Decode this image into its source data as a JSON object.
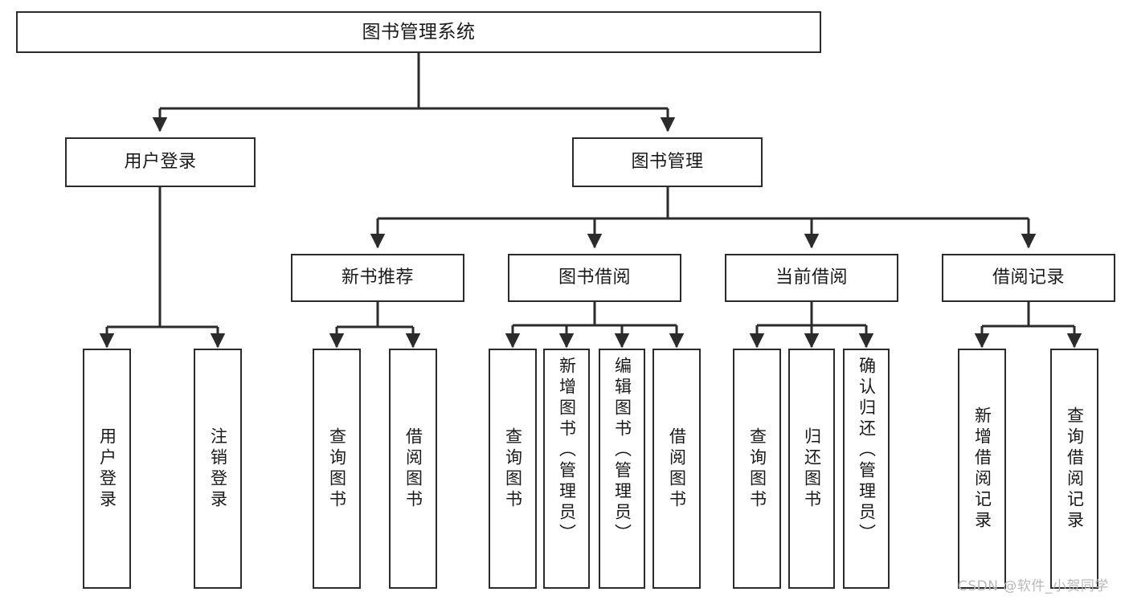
{
  "diagram": {
    "title": "图书管理系统",
    "type": "功能结构图",
    "colors": {
      "box_border": "#2b2b2b",
      "box_fill": "#ffffff",
      "edge": "#2b2b2b",
      "text": "#1a1a1a",
      "watermark": "#b9b9b9",
      "background": "#ffffff"
    }
  },
  "watermark": {
    "text": "CSDN @软件_小贺同学"
  },
  "nodes": {
    "root": {
      "label": "图书管理系统"
    },
    "level2": [
      {
        "id": "user-login",
        "label": "用户登录"
      },
      {
        "id": "book-manage",
        "label": "图书管理"
      }
    ],
    "level3": [
      {
        "id": "new-book-recommend",
        "label": "新书推荐"
      },
      {
        "id": "book-borrow",
        "label": "图书借阅"
      },
      {
        "id": "current-borrow",
        "label": "当前借阅"
      },
      {
        "id": "borrow-record",
        "label": "借阅记录"
      }
    ],
    "leaves": {
      "user-login": [
        {
          "id": "leaf-user-login",
          "label": "用户登录"
        },
        {
          "id": "leaf-user-logout",
          "label": "注销登录"
        }
      ],
      "new-book-recommend": [
        {
          "id": "leaf-query-book-1",
          "label": "查询图书"
        },
        {
          "id": "leaf-borrow-book-1",
          "label": "借阅图书"
        }
      ],
      "book-borrow": [
        {
          "id": "leaf-query-book-2",
          "label": "查询图书"
        },
        {
          "id": "leaf-add-book",
          "label": "新增图书（管理员）"
        },
        {
          "id": "leaf-edit-book",
          "label": "编辑图书（管理员）"
        },
        {
          "id": "leaf-borrow-book-2",
          "label": "借阅图书"
        }
      ],
      "current-borrow": [
        {
          "id": "leaf-query-book-3",
          "label": "查询图书"
        },
        {
          "id": "leaf-return-book",
          "label": "归还图书"
        },
        {
          "id": "leaf-confirm-return",
          "label": "确认归还（管理员）"
        }
      ],
      "borrow-record": [
        {
          "id": "leaf-add-record",
          "label": "新增借阅记录"
        },
        {
          "id": "leaf-query-record",
          "label": "查询借阅记录"
        }
      ]
    }
  }
}
